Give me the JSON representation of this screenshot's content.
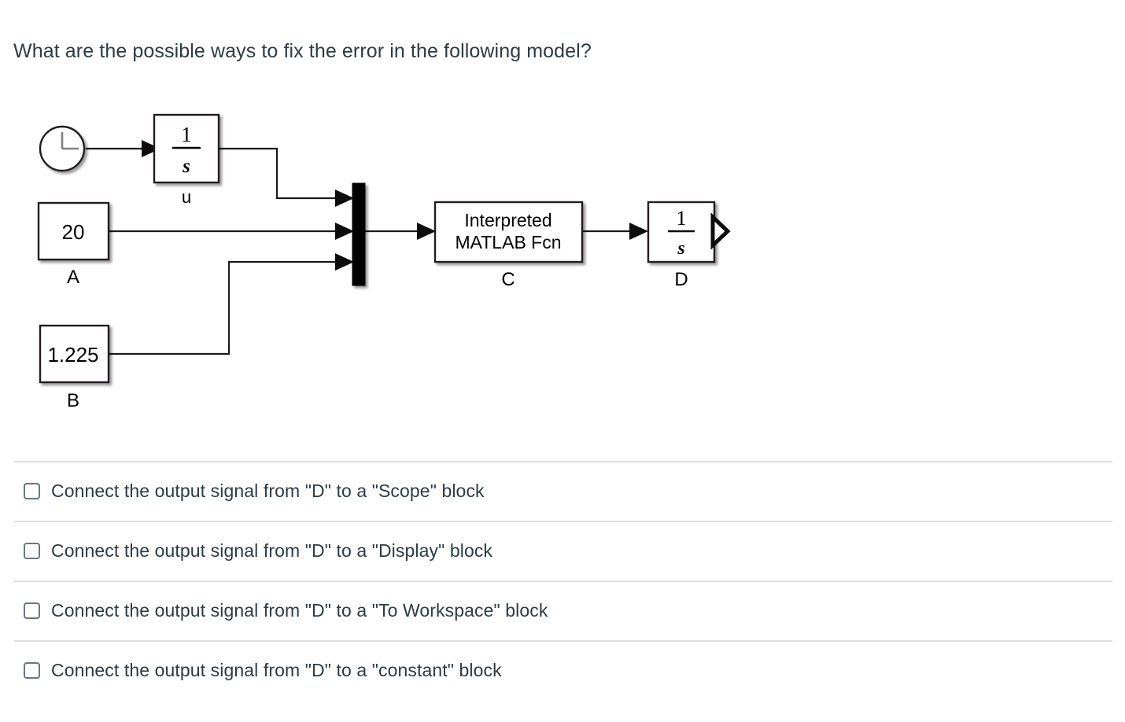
{
  "question": {
    "prompt": "What are the possible ways to fix the error in the following model?"
  },
  "diagram": {
    "type": "simulink-block-diagram",
    "blocks": [
      {
        "id": "clock",
        "shape": "circle",
        "icon": "clock-icon",
        "text": "",
        "label": ""
      },
      {
        "id": "integrator_u",
        "shape": "rect",
        "icon": "transfer-fcn-1-over-s",
        "text": "1/s",
        "label": "u"
      },
      {
        "id": "constant_a",
        "shape": "rect",
        "icon": "constant",
        "text": "20",
        "label": "A"
      },
      {
        "id": "constant_b",
        "shape": "rect",
        "icon": "constant",
        "text": "1.225",
        "label": "B"
      },
      {
        "id": "mux",
        "shape": "bar",
        "icon": "mux-bar",
        "text": "",
        "label": ""
      },
      {
        "id": "matlab_fcn",
        "shape": "rect",
        "icon": "interpreted-matlab-fcn",
        "text": "Interpreted MATLAB Fcn",
        "label": "C"
      },
      {
        "id": "integrator_d",
        "shape": "rect",
        "icon": "transfer-fcn-1-over-s",
        "text": "1/s",
        "label": "D"
      },
      {
        "id": "outport",
        "shape": "chevron",
        "icon": "outport-marker",
        "text": "",
        "label": ""
      }
    ],
    "block_text": {
      "integrator_numerator": "1",
      "integrator_denominator": "s",
      "constant_a_value": "20",
      "constant_b_value": "1.225",
      "matlab_fcn_line1": "Interpreted",
      "matlab_fcn_line2": "MATLAB Fcn"
    },
    "block_labels": {
      "u": "u",
      "a": "A",
      "b": "B",
      "c": "C",
      "d": "D"
    },
    "colors": {
      "line": "#1a1a1a",
      "block_fill": "#ffffff",
      "block_stroke": "#231f20",
      "clock_hands": "#808080",
      "mux_fill": "#000000"
    }
  },
  "options": [
    {
      "id": "opt1",
      "label": "Connect the output signal from \"D\" to a \"Scope\" block",
      "checked": false
    },
    {
      "id": "opt2",
      "label": "Connect the output signal from \"D\" to a \"Display\" block",
      "checked": false
    },
    {
      "id": "opt3",
      "label": "Connect the output signal from \"D\" to a \"To Workspace\" block",
      "checked": false
    },
    {
      "id": "opt4",
      "label": "Connect the output signal from \"D\" to a \"constant\" block",
      "checked": false
    }
  ],
  "theme": {
    "text_color": "#2D3B45",
    "separator_color": "#DCDEE0",
    "checkbox_border": "#6B7780",
    "background": "#ffffff"
  }
}
